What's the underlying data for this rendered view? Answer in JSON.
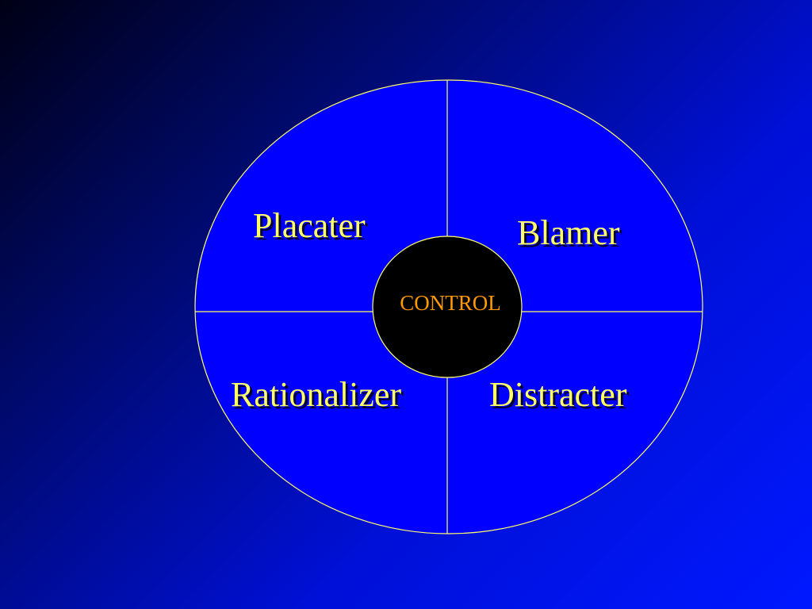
{
  "diagram": {
    "center": {
      "label": "CONTROL"
    },
    "quadrants": [
      {
        "id": "top-left",
        "label": "Placater"
      },
      {
        "id": "top-right",
        "label": "Blamer"
      },
      {
        "id": "bottom-left",
        "label": "Rationalizer"
      },
      {
        "id": "bottom-right",
        "label": "Distracter"
      }
    ],
    "colors": {
      "ellipse_fill": "#0000ff",
      "outline": "#ffff66",
      "center_fill": "#000000",
      "label_text": "#ffff66",
      "center_text": "#ff9900"
    }
  }
}
